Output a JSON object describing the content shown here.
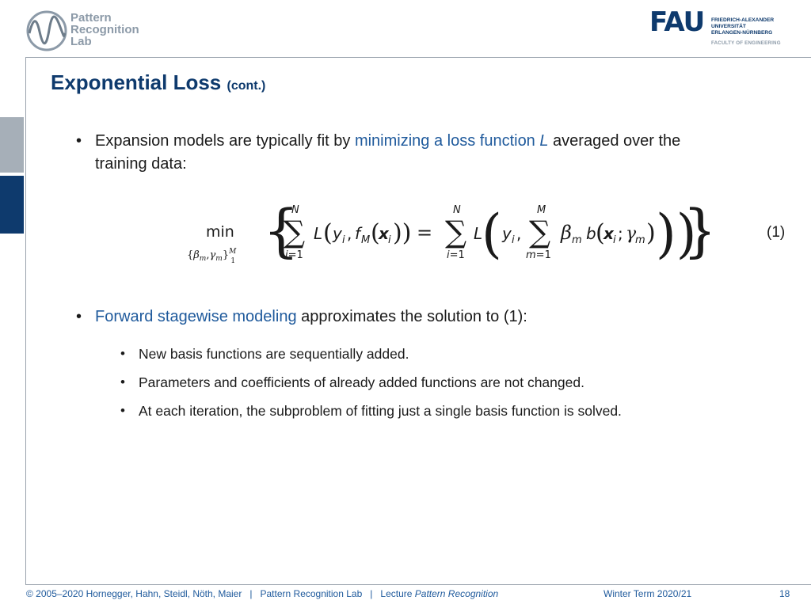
{
  "header": {
    "lab_logo_lines": [
      "Pattern",
      "Recognition",
      "Lab"
    ],
    "fau_word": "FAU",
    "fau_lines": [
      "FRIEDRICH-ALEXANDER",
      "UNIVERSITÄT",
      "ERLANGEN-NÜRNBERG"
    ],
    "fau_faculty": "FACULTY OF ENGINEERING"
  },
  "slide": {
    "title": "Exponential Loss",
    "title_suffix": "(cont.)",
    "bullet1": {
      "pre": "Expansion models are typically fit by ",
      "highlight": "minimizing a loss function",
      "var": "L",
      "post_line1": " averaged over the",
      "line2": "training data:"
    },
    "equation_number": "(1)",
    "bullet2": {
      "highlight": "Forward stagewise modeling",
      "post": " approximates the solution to (1):"
    },
    "sub_bullets": [
      "New basis functions are sequentially added.",
      "Parameters and coefficients of already added functions are not changed.",
      "At each iteration, the subproblem of fitting just a single basis function is solved."
    ]
  },
  "footer": {
    "copyright": "© 2005–2020 Hornegger, Hahn, Steidl, Nöth, Maier",
    "sep": "|",
    "lab": "Pattern Recognition Lab",
    "lecture_pre": "Lecture ",
    "lecture_name": "Pattern Recognition",
    "term": "Winter Term 2020/21",
    "page": "18"
  },
  "colors": {
    "accent": "#0e3a6d",
    "highlight": "#1f5a9c",
    "grey": "#8c9aa8"
  }
}
